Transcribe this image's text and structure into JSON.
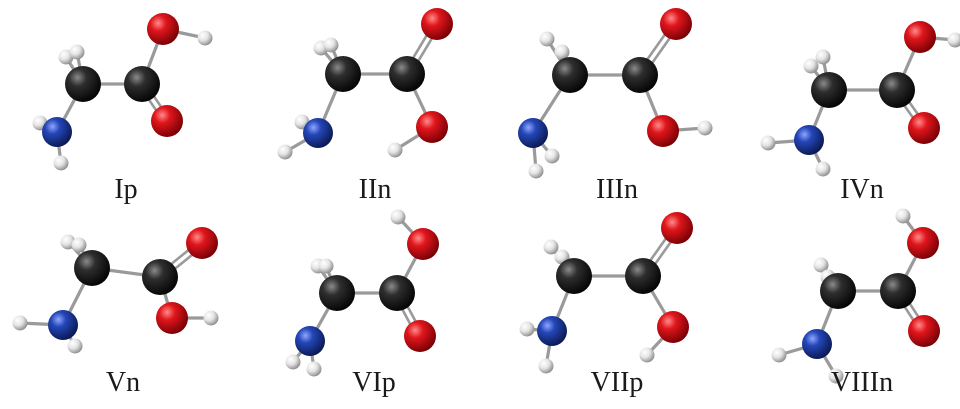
{
  "background": "#ffffff",
  "atom_colors": {
    "C": "#1f1f1f",
    "O": "#d0141a",
    "N": "#1e3c9e",
    "H": "#e8e8e8"
  },
  "bond_color": "#9a9a9a",
  "conformers": [
    {
      "label": "Ip"
    },
    {
      "label": "IIn"
    },
    {
      "label": "IIIn"
    },
    {
      "label": "IVn"
    },
    {
      "label": "Vn"
    },
    {
      "label": "VIp"
    },
    {
      "label": "VIIp"
    },
    {
      "label": "VIIIn"
    }
  ]
}
